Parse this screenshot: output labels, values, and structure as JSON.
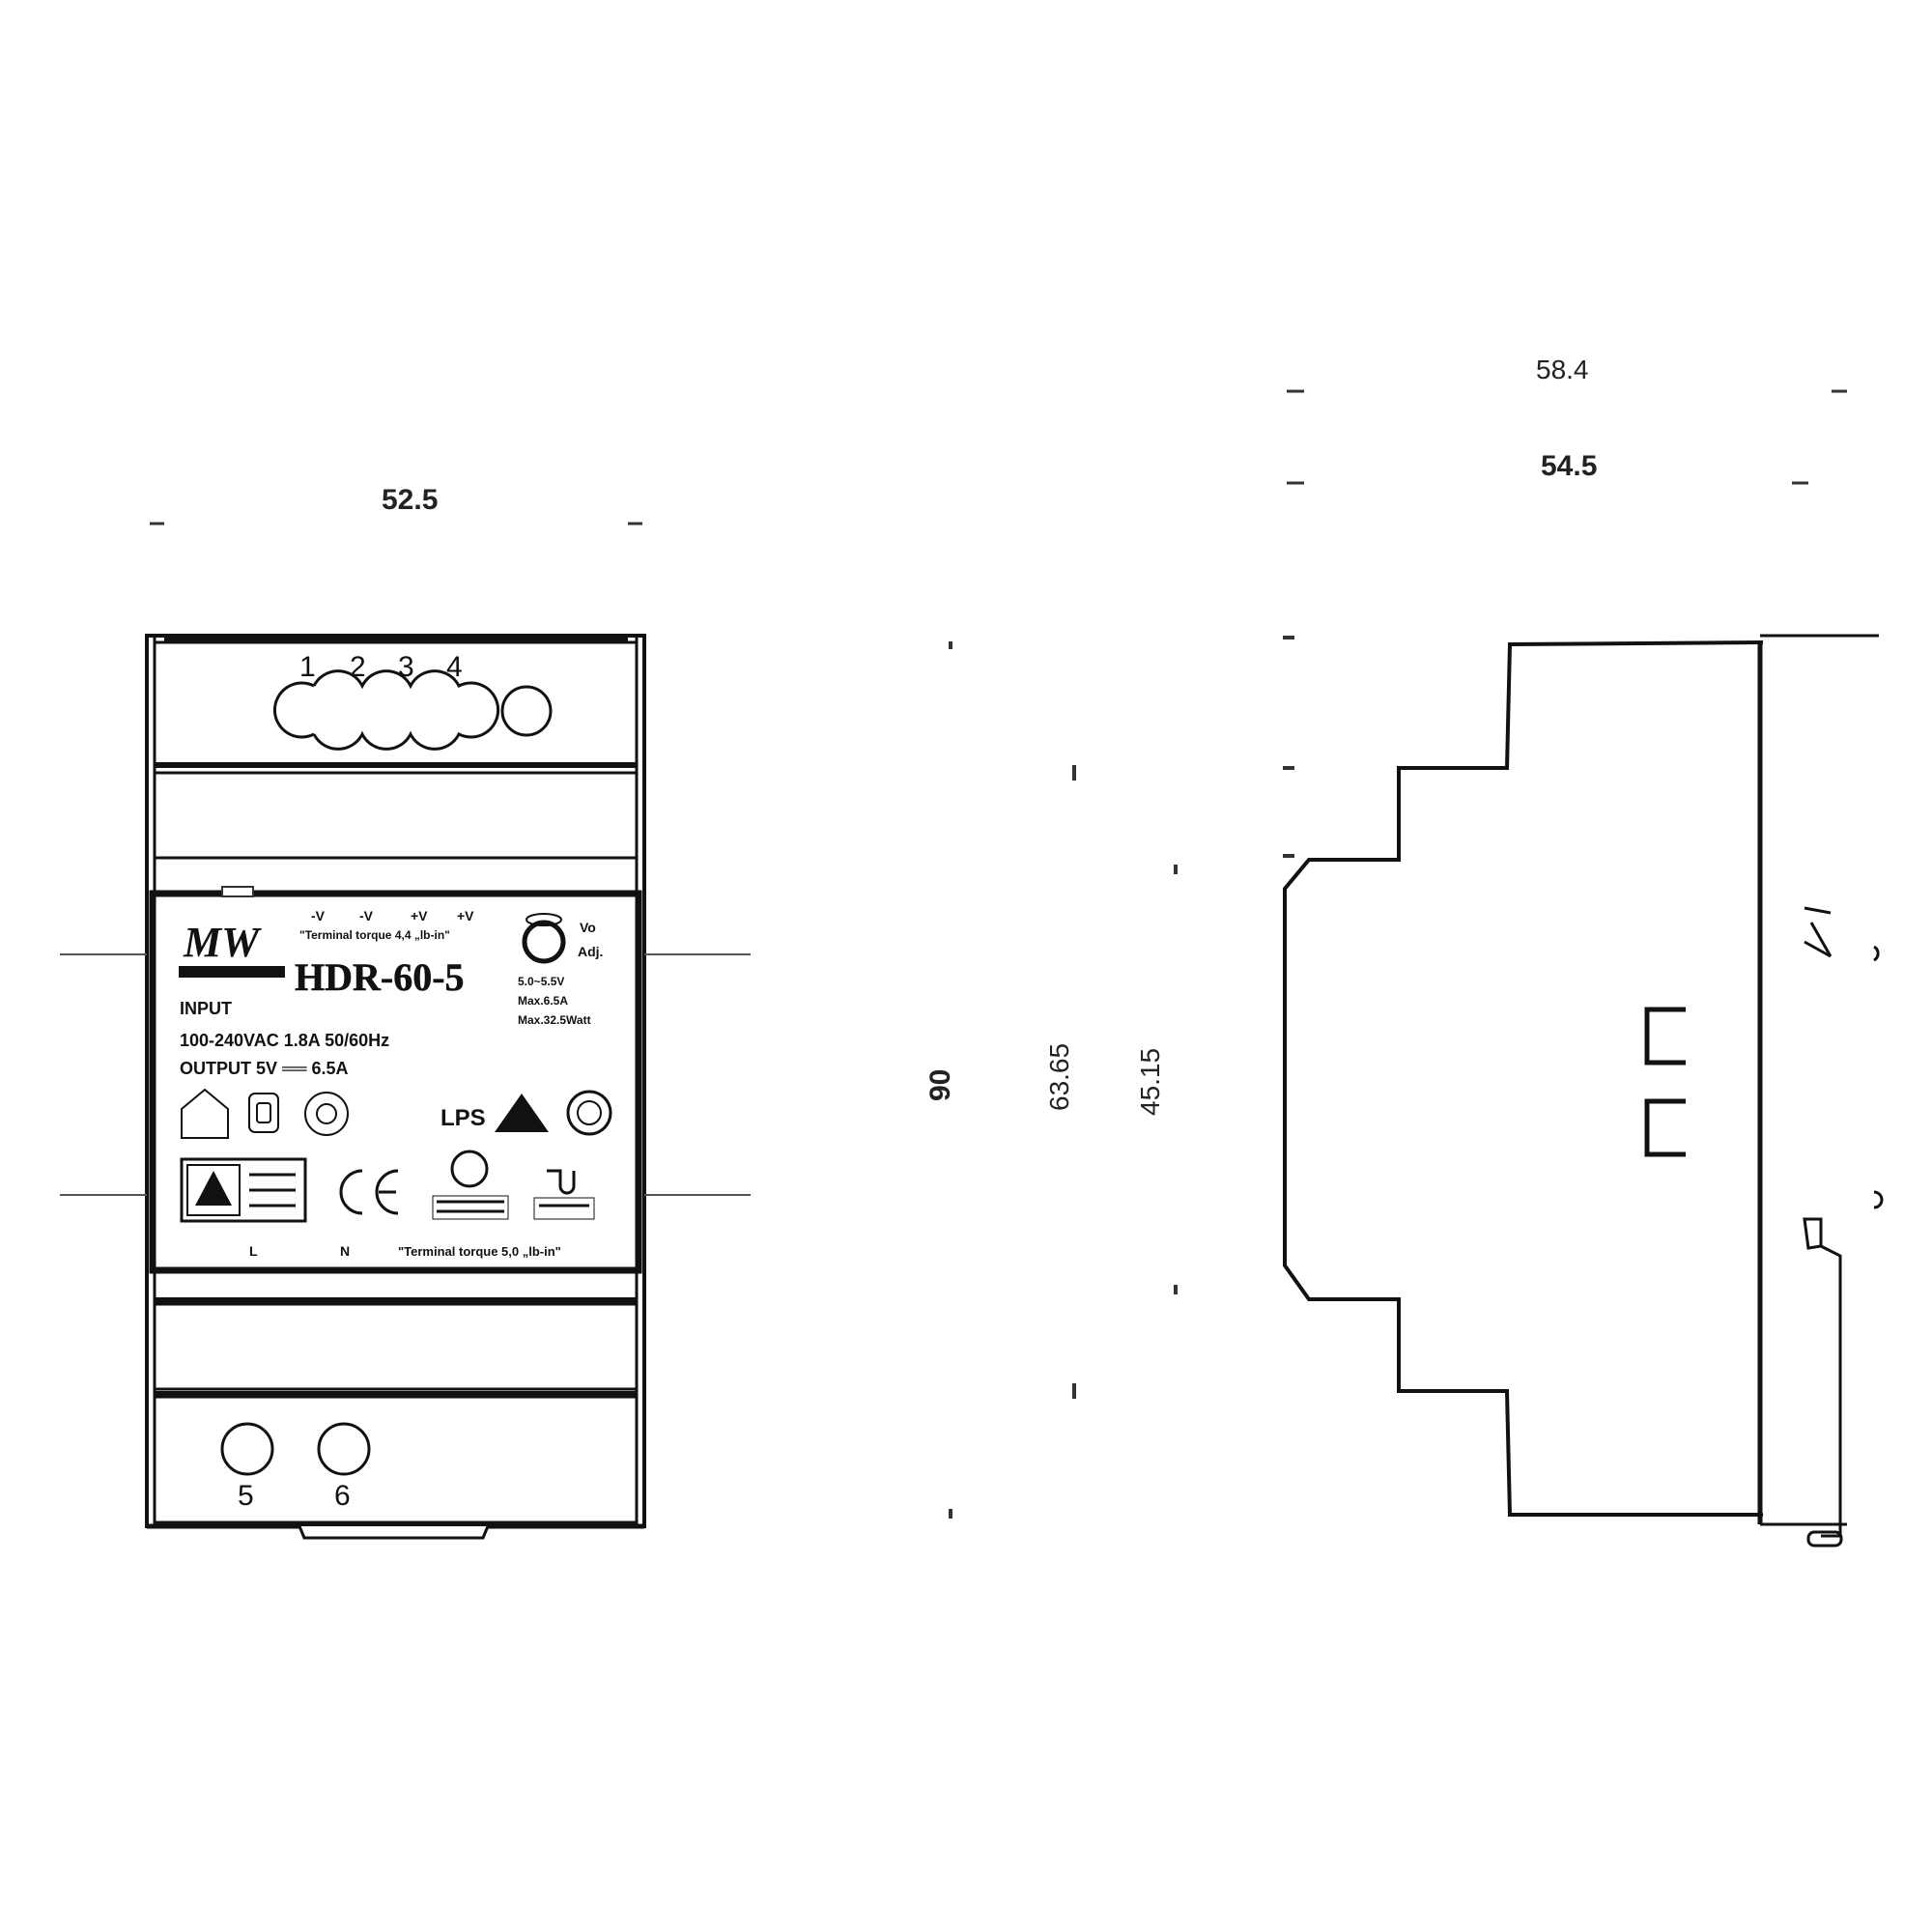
{
  "dimensions": {
    "front_width": "52.5",
    "side_overall_width": "58.4",
    "side_body_width": "54.5",
    "height_overall": "90",
    "height_mid": "63.65",
    "height_inner": "45.15"
  },
  "terminals": {
    "top": [
      "1",
      "2",
      "3",
      "4"
    ],
    "bottom": [
      "5",
      "6"
    ]
  },
  "label": {
    "brand": "MW",
    "model": "HDR-60-5",
    "top_pin_marks": [
      "-V",
      "-V",
      "+V",
      "+V"
    ],
    "top_torque": "\"Terminal torque 4,4 „lb-in\"",
    "vo_adj": [
      "Vo",
      "Adj."
    ],
    "output_spec": [
      "5.0~5.5V",
      "Max.6.5A",
      "Max.32.5Watt"
    ],
    "input_heading": "INPUT",
    "input_spec": "100-240VAC  1.8A  50/60Hz",
    "output_line": "OUTPUT 5V ══ 6.5A",
    "lps": "LPS",
    "bottom_left_terms": [
      "L",
      "N"
    ],
    "bottom_torque": "\"Terminal torque 5,0 „lb-in\""
  }
}
